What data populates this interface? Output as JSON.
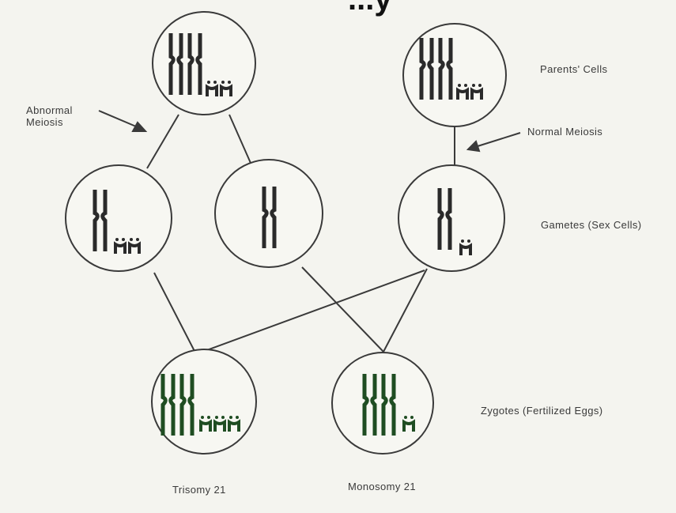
{
  "diagram": {
    "heading_partial": "...y",
    "labels": {
      "abnormal_line1": "Abnormal",
      "abnormal_line2": "Meiosis",
      "parents_cells": "Parents' Cells",
      "normal_meiosis": "Normal Meiosis",
      "gametes": "Gametes (Sex Cells)",
      "zygotes": "Zygotes (Fertilized Eggs)",
      "trisomy": "Trisomy 21",
      "monosomy": "Monosomy 21"
    },
    "colors": {
      "background": "#f4f4ef",
      "outline": "#3a3a3a",
      "chromosome_dark": "#2a2a2a",
      "chromosome_green": "#1f4d22"
    },
    "cells": [
      {
        "name": "parent-cell-left",
        "large_chromosomes": 4,
        "chr21_copies": 2
      },
      {
        "name": "parent-cell-right",
        "large_chromosomes": 4,
        "chr21_copies": 2
      },
      {
        "name": "gamete-cell-1",
        "large_chromosomes": 2,
        "chr21_copies": 2
      },
      {
        "name": "gamete-cell-2",
        "large_chromosomes": 2,
        "chr21_copies": 0
      },
      {
        "name": "gamete-cell-3",
        "large_chromosomes": 2,
        "chr21_copies": 1
      },
      {
        "name": "zygote-trisomy-cell",
        "large_chromosomes": 4,
        "chr21_copies": 3
      },
      {
        "name": "zygote-monosomy-cell",
        "large_chromosomes": 4,
        "chr21_copies": 1
      }
    ]
  }
}
